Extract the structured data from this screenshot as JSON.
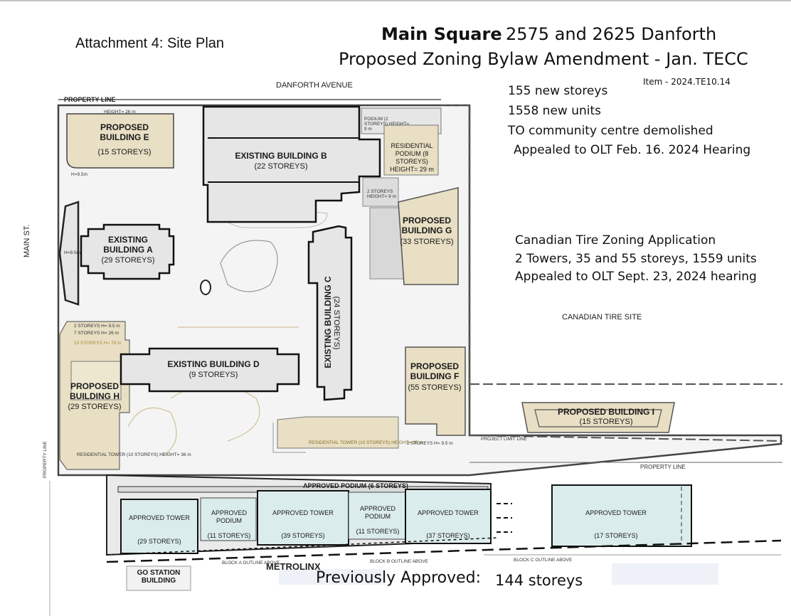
{
  "header": {
    "attachment": "Attachment 4: Site Plan",
    "project_name": "Main Square",
    "address": "2575 and 2625 Danforth",
    "subtitle": "Proposed Zoning Bylaw Amendment  - Jan. TECC",
    "item": "Item - 2024.TE10.14"
  },
  "notes": {
    "storeys": "155 new storeys",
    "units": "1558 new units",
    "community": "TO community centre demolished",
    "appeal": "Appealed to OLT Feb. 16. 2024 Hearing"
  },
  "canadian_tire": {
    "line1": "Canadian Tire Zoning Application",
    "line2": "2 Towers, 35 and 55 storeys, 1559 units",
    "line3": "Appealed to OLT Sept. 23, 2024 hearing",
    "site": "CANADIAN TIRE SITE"
  },
  "streets": {
    "danforth": "DANFORTH AVENUE",
    "main": "MAIN ST.",
    "property_line": "PROPERTY LINE",
    "property_line_left": "PROPERTY LINE",
    "property_line_right": "PROPERTY LINE",
    "metrolinx": "METROLINX",
    "go_station": "GO STATION BUILDING",
    "block_a": "BLOCK A OUTLINE ABOVE",
    "block_b": "BLOCK B OUTLINE ABOVE",
    "block_c": "BLOCK C OUTLINE ABOVE",
    "project_limit": "PROJECT LIMIT LINE"
  },
  "buildings": {
    "e": {
      "name": "PROPOSED BUILDING E",
      "storeys": "(15 STOREYS)",
      "height": "HEIGHT= 26 m"
    },
    "b": {
      "name": "EXISTING BUILDING B",
      "storeys": "(22 STOREYS)"
    },
    "podium_2": {
      "text": "PODIUM (2 STOREYS) HEIGHT= 9 m"
    },
    "residential_podium": {
      "text": "RESIDENTIAL PODIUM (8 STOREYS) HEIGHT= 29 m"
    },
    "two_storeys": {
      "text": "2 STOREYS HEIGHT= 9 m"
    },
    "g": {
      "name": "PROPOSED BUILDING G",
      "storeys": "(33 STOREYS)"
    },
    "a": {
      "name": "EXISTING BUILDING A",
      "storeys": "(29 STOREYS)",
      "height": "H=9.5m"
    },
    "h_top": "H=9.5m",
    "c": {
      "name": "EXISTING BUILDING C",
      "storeys": "(24 STOREYS)"
    },
    "h": {
      "name": "PROPOSED BUILDING H",
      "storeys": "(29 STOREYS)",
      "h1": "2 STOREYS H= 9.5 m",
      "h2": "7 STOREYS H= 26 m",
      "h3": "23 STOREYS H= 78 m",
      "res": "RESIDENTIAL TOWER (10 STOREYS) HEIGHT= 36 m"
    },
    "d": {
      "name": "EXISTING BUILDING D",
      "storeys": "(9 STOREYS)"
    },
    "f": {
      "name": "PROPOSED BUILDING F",
      "storeys": "(55 STOREYS)",
      "res": "RESIDENTIAL TOWER (10 STOREYS) HEIGHT= 36 m",
      "two": "2 STOREYS H= 9.5 m"
    },
    "i": {
      "name": "PROPOSED BUILDING I",
      "storeys": "(15 STOREYS)"
    }
  },
  "approved": {
    "podium_strip": "APPROVED PODIUM (6 STOREYS)",
    "t1": {
      "name": "APPROVED TOWER",
      "storeys": "(29 STOREYS)"
    },
    "p1": {
      "name": "APPROVED PODIUM",
      "storeys": "(11 STOREYS)"
    },
    "t2": {
      "name": "APPROVED TOWER",
      "storeys": "(39 STOREYS)"
    },
    "p2": {
      "name": "APPROVED PODIUM",
      "storeys": "(11 STOREYS)"
    },
    "t3": {
      "name": "APPROVED TOWER",
      "storeys": "(37 STOREYS)"
    },
    "t4": {
      "name": "APPROVED TOWER",
      "storeys": "(17 STOREYS)"
    }
  },
  "footer": {
    "previously": "Previously Approved:",
    "total": "144 storeys"
  },
  "colors": {
    "proposed_fill": "#e8dfc4",
    "existing_fill": "#e6e6e6",
    "approved_fill": "#dbecec",
    "outline": "#1a1a1a"
  }
}
